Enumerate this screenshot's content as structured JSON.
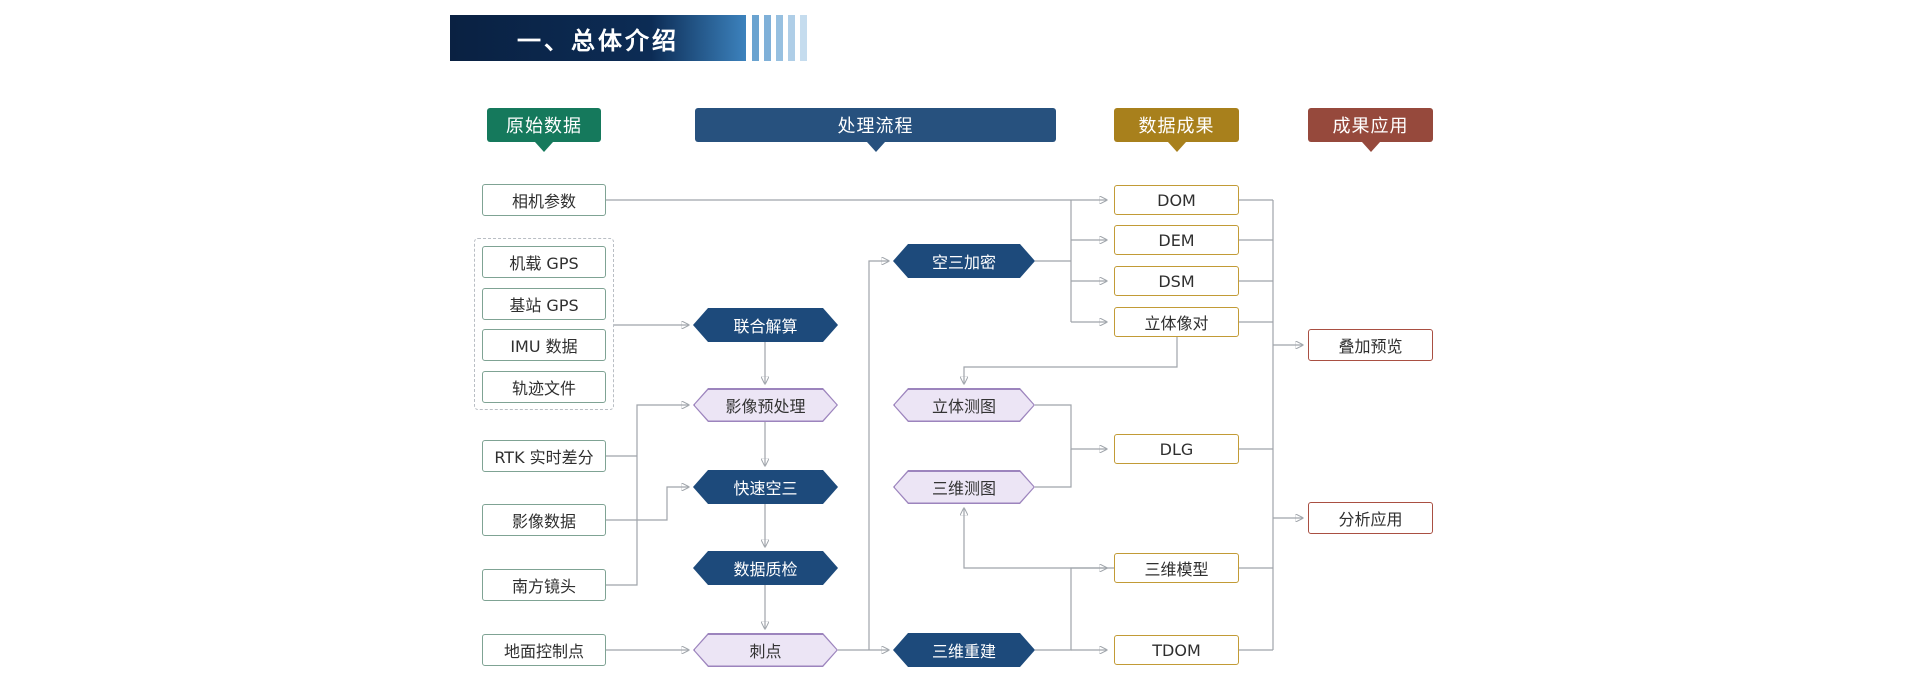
{
  "title": {
    "text": "一、总体介绍"
  },
  "headers": {
    "raw_data": "原始数据",
    "process": "处理流程",
    "results": "数据成果",
    "application": "成果应用"
  },
  "colors": {
    "raw_data_header": "#15795c",
    "process_header": "#27517e",
    "process_dark_node": "#1d4a7b",
    "light_node_fill": "#ece5f5",
    "light_node_border": "#9c84bd",
    "results_header": "#a8801c",
    "results_border": "#c29b36",
    "application_header": "#96493c",
    "application_border": "#a94f42",
    "wire": "#9fa4aa",
    "banner_navy": "#0c2c55",
    "banner_blue": "#3c82bd"
  },
  "raw_data": {
    "camera_params": "相机参数",
    "gps_group": [
      "机载 GPS",
      "基站 GPS",
      "IMU 数据",
      "轨迹文件"
    ],
    "rtk": "RTK 实时差分",
    "image_data": "影像数据",
    "southern_lens": "南方镜头",
    "ground_control": "地面控制点"
  },
  "process": {
    "joint_solution": "联合解算",
    "image_preprocess": "影像预处理",
    "fast_aero": "快速空三",
    "data_qc": "数据质检",
    "prick_point": "刺点",
    "aero_encrypt": "空三加密",
    "stereo_mapping": "立体测图",
    "mapping_3d": "三维测图",
    "reconstruction_3d": "三维重建"
  },
  "results": {
    "dom": "DOM",
    "dem": "DEM",
    "dsm": "DSM",
    "stereo_pair": "立体像对",
    "dlg": "DLG",
    "model_3d": "三维模型",
    "tdom": "TDOM"
  },
  "application": {
    "overlay_preview": "叠加预览",
    "analysis_app": "分析应用"
  }
}
